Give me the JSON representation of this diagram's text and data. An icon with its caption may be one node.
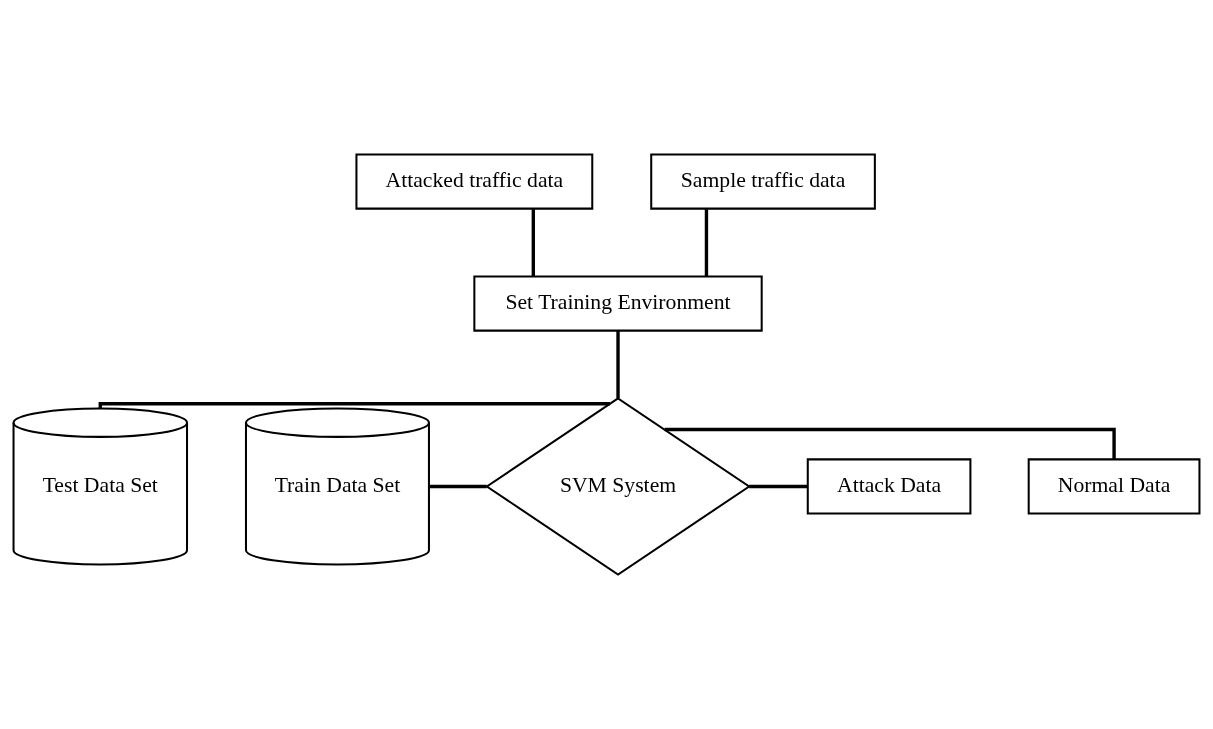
{
  "diagram": {
    "nodes": [
      {
        "text": [
          "Attacked traffic data"
        ]
      },
      {
        "text": [
          "Sample traffic data"
        ]
      },
      {
        "text": [
          "Set Training Environment"
        ]
      },
      {
        "text": [
          "Test Data Set"
        ]
      },
      {
        "text": [
          "Train Data Set"
        ]
      },
      {
        "text": [
          "SVM System"
        ]
      },
      {
        "text": [
          "Normal Data"
        ]
      },
      {
        "text": [
          "Attack Data"
        ]
      }
    ],
    "edges": [
      {
        "from": 0,
        "to": 2,
        "arrow": "none"
      },
      {
        "from": 1,
        "to": 2,
        "arrow": "none"
      },
      {
        "from": 2,
        "to": 5,
        "arrow": "none"
      },
      {
        "from": 3,
        "to": 5,
        "arrow": "none"
      },
      {
        "from": 4,
        "to": 5,
        "arrow": "none"
      },
      {
        "from": 5,
        "to": 6,
        "arrow": "none"
      },
      {
        "from": 5,
        "to": 7,
        "arrow": "none"
      }
    ]
  }
}
